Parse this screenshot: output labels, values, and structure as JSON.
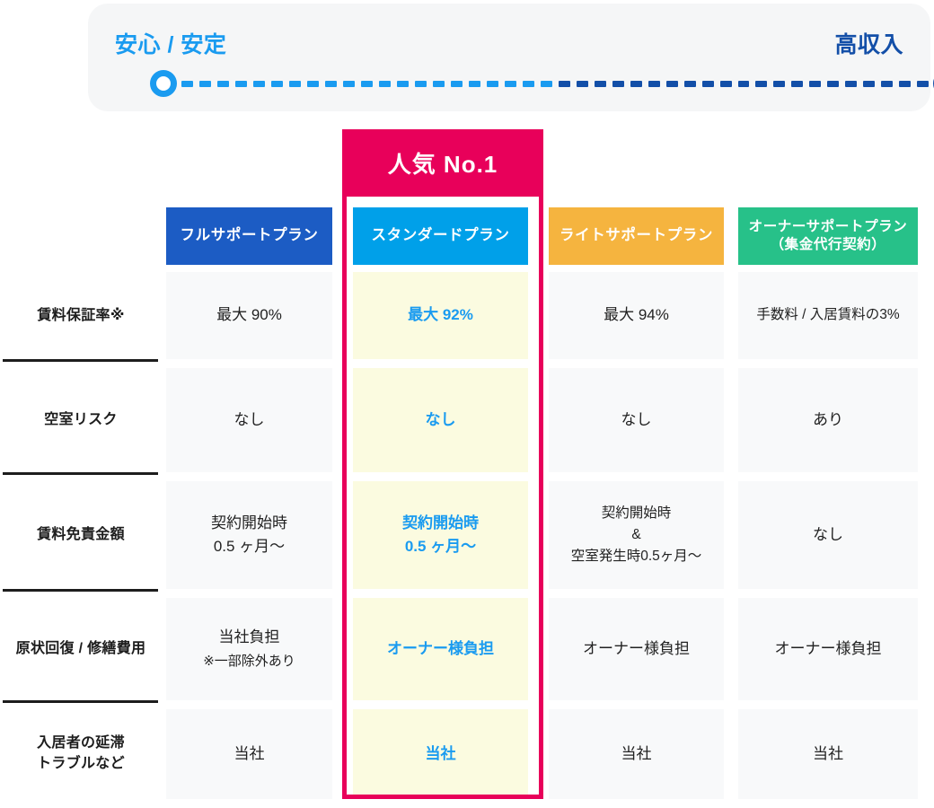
{
  "spectrum": {
    "left_label": "安心 / 安定",
    "right_label": "高収入",
    "left_color": "#1a9bf0",
    "right_color": "#134fa8"
  },
  "badge": {
    "label": "人気 No.1",
    "color": "#e8005a"
  },
  "table": {
    "columns": [
      {
        "name": "full-support",
        "header": "フルサポートプラン",
        "header_sub": "",
        "color": "#1c5cc4",
        "highlighted": false
      },
      {
        "name": "standard",
        "header": "スタンダードプラン",
        "header_sub": "",
        "color": "#00a0e9",
        "highlighted": true
      },
      {
        "name": "light-support",
        "header": "ライトサポートプラン",
        "header_sub": "",
        "color": "#f5b43f",
        "highlighted": false
      },
      {
        "name": "owner-support",
        "header": "オーナーサポートプラン",
        "header_sub": "（集金代行契約）",
        "color": "#27c189",
        "highlighted": false
      }
    ],
    "rows": [
      {
        "name": "rent-guarantee-rate",
        "label": "賃料保証率※",
        "cells": [
          {
            "lines": [
              "最大 90%"
            ]
          },
          {
            "lines": [
              "最大 92%"
            ]
          },
          {
            "lines": [
              "最大 94%"
            ]
          },
          {
            "lines": [
              "手数料 / 入居賃料の3%"
            ],
            "small": true
          }
        ]
      },
      {
        "name": "vacancy-risk",
        "label": "空室リスク",
        "cells": [
          {
            "lines": [
              "なし"
            ]
          },
          {
            "lines": [
              "なし"
            ]
          },
          {
            "lines": [
              "なし"
            ]
          },
          {
            "lines": [
              "あり"
            ]
          }
        ]
      },
      {
        "name": "rent-exemption-amount",
        "label": "賃料免責金額",
        "cells": [
          {
            "lines": [
              "契約開始時",
              "0.5 ヶ月〜"
            ]
          },
          {
            "lines": [
              "契約開始時",
              "0.5 ヶ月〜"
            ]
          },
          {
            "lines": [
              "契約開始時",
              "&",
              "空室発生時0.5ヶ月〜"
            ],
            "small": true
          },
          {
            "lines": [
              "なし"
            ]
          }
        ]
      },
      {
        "name": "restoration-repair-cost",
        "label": "原状回復 / 修繕費用",
        "cells": [
          {
            "lines": [
              "当社負担",
              "※一部除外あり"
            ],
            "small_second": true
          },
          {
            "lines": [
              "オーナー様負担"
            ]
          },
          {
            "lines": [
              "オーナー様負担"
            ]
          },
          {
            "lines": [
              "オーナー様負担"
            ]
          }
        ]
      },
      {
        "name": "tenant-arrears-trouble",
        "label": "入居者の延滞\nトラブルなど",
        "label_lines": [
          "入居者の延滞",
          "トラブルなど"
        ],
        "cells": [
          {
            "lines": [
              "当社"
            ]
          },
          {
            "lines": [
              "当社"
            ]
          },
          {
            "lines": [
              "当社"
            ]
          },
          {
            "lines": [
              "当社"
            ]
          }
        ]
      }
    ]
  }
}
